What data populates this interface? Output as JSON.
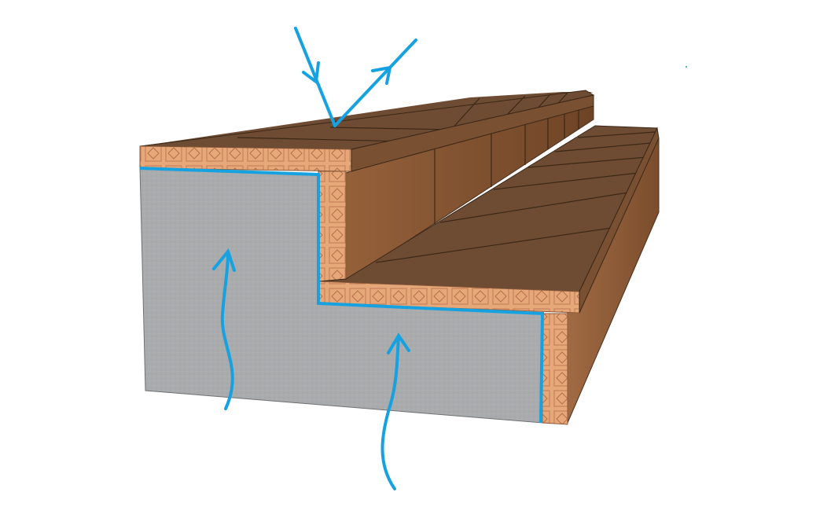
{
  "diagram": {
    "subject": "stair-waterproofing-cross-section",
    "colors": {
      "background": "#ffffff",
      "concrete": "#a9abad",
      "tile_top": "#6e4c33",
      "tile_riser": "#8a5a37",
      "tile_side": "#9a6540",
      "adhesive_layer": "#e7a879",
      "grout_line": "#3b2717",
      "membrane": "#16a2e0",
      "arrow": "#16a2e0"
    },
    "elements": [
      {
        "name": "concrete-base",
        "material": "concrete"
      },
      {
        "name": "upper-tread",
        "material": "tile"
      },
      {
        "name": "lower-tread",
        "material": "tile"
      },
      {
        "name": "riser",
        "material": "tile"
      },
      {
        "name": "adhesive-layer",
        "material": "tile-adhesive"
      },
      {
        "name": "waterproof-membrane",
        "material": "membrane"
      }
    ],
    "arrows": [
      {
        "name": "incoming-water-arrow",
        "direction": "down"
      },
      {
        "name": "reflected-water-arrow",
        "direction": "up-right"
      },
      {
        "name": "rising-moisture-arrow-left",
        "direction": "up"
      },
      {
        "name": "rising-moisture-arrow-right",
        "direction": "up"
      }
    ]
  }
}
